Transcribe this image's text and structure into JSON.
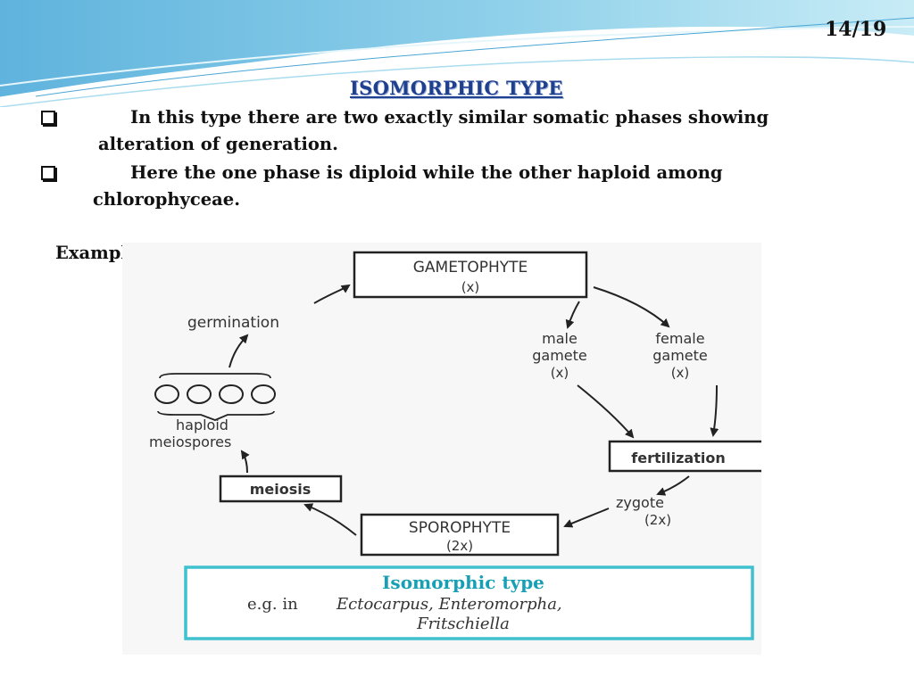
{
  "slide_number": "14/19",
  "title": "ISOMORPHIC TYPE",
  "bullets": [
    {
      "line1": "In this type there are two exactly similar somatic phases showing",
      "line2": "alteration of generation."
    },
    {
      "line1": "Here the one phase is diploid while the other haploid among",
      "line2": "chlorophyceae."
    }
  ],
  "example_label": "Example - Ulva",
  "diagram": {
    "gametophyte": {
      "name": "GAMETOPHYTE",
      "ploidy": "(x)"
    },
    "germination": "germination",
    "male_gamete": {
      "line1": "male",
      "line2": "gamete",
      "ploidy": "(x)"
    },
    "female_gamete": {
      "line1": "female",
      "line2": "gamete",
      "ploidy": "(x)"
    },
    "spores_label": {
      "line1": "haploid",
      "line2": "meiospores"
    },
    "fertilization": "fertilization",
    "meiosis": "meiosis",
    "zygote": {
      "name": "zygote",
      "ploidy": "(2x)"
    },
    "sporophyte": {
      "name": "SPOROPHYTE",
      "ploidy": "(2x)"
    },
    "caption": {
      "title": "Isomorphic type",
      "prefix": "e.g. in",
      "examples_line1": "Ectocarpus, Enteromorpha,",
      "examples_line2": "Fritschiella"
    }
  },
  "colors": {
    "title": "#1f3f8f",
    "caption_border": "#3fc1cf",
    "caption_title": "#17a0b5",
    "header_wave": "#7fc4e4"
  }
}
